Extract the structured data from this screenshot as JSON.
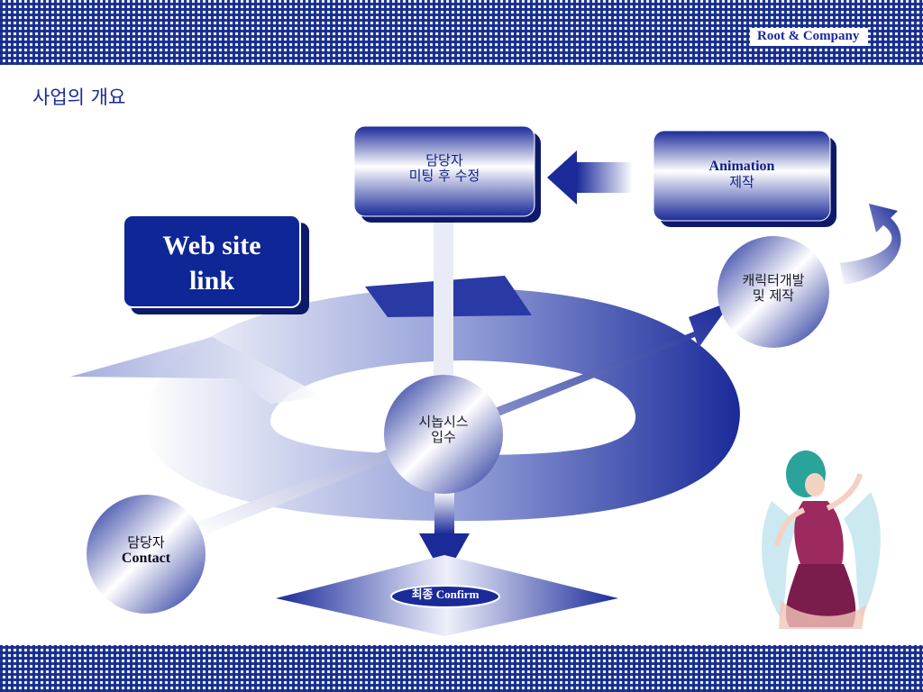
{
  "header": {
    "brand": "Root & Company"
  },
  "slide": {
    "title": "사업의 개요"
  },
  "diagram": {
    "meeting_box": {
      "line1": "담당자",
      "line2": "미팅 후 수정"
    },
    "animation_box": {
      "line1": "Animation",
      "line2": "제작"
    },
    "website_box": {
      "line1": "Web site",
      "line2": "link"
    },
    "character_circle": {
      "line1": "캐릭터개발",
      "line2": "및 제작"
    },
    "synopsis_circle": {
      "line1": "시놉시스",
      "line2": "입수"
    },
    "contact_circle": {
      "line1": "담당자",
      "line2": "Contact"
    },
    "confirm_label": "최종 Confirm"
  },
  "colors": {
    "navy": "#1a2a99",
    "band": "#162c8c",
    "white": "#ffffff"
  },
  "icons": {
    "character_illustration": "fairy-character-illustration"
  }
}
